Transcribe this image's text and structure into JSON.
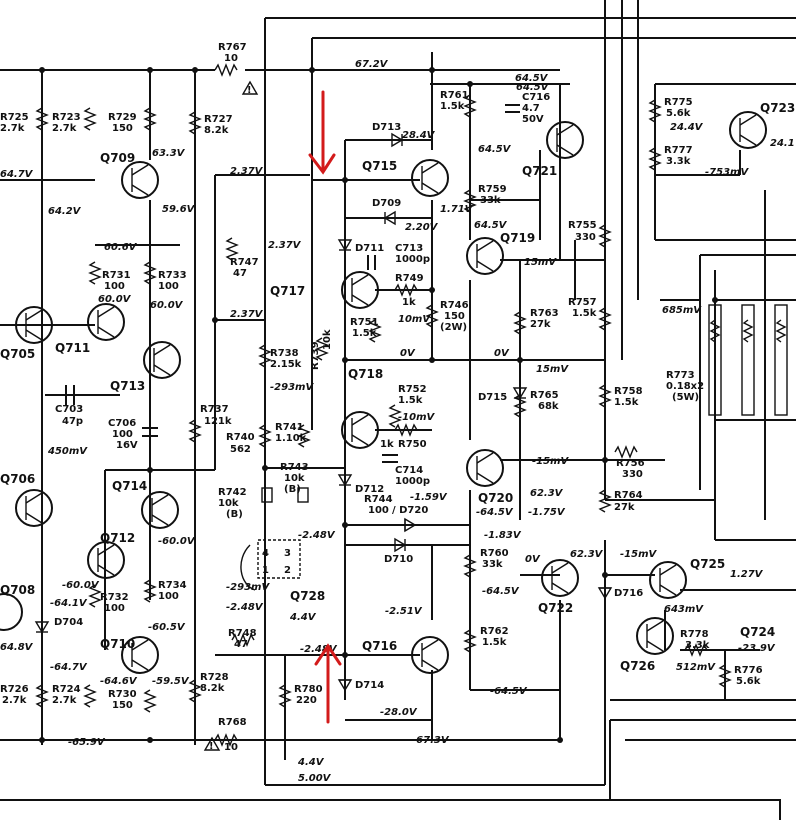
{
  "diagram": {
    "transistors": [
      {
        "id": "Q709",
        "label": "Q709"
      },
      {
        "id": "Q711",
        "label": "Q711"
      },
      {
        "id": "Q713",
        "label": "Q713"
      },
      {
        "id": "Q705",
        "label": "Q705"
      },
      {
        "id": "Q706",
        "label": "Q706"
      },
      {
        "id": "Q714",
        "label": "Q714"
      },
      {
        "id": "Q712",
        "label": "Q712"
      },
      {
        "id": "Q708",
        "label": "Q708"
      },
      {
        "id": "Q710",
        "label": "Q710"
      },
      {
        "id": "Q715",
        "label": "Q715"
      },
      {
        "id": "Q717",
        "label": "Q717"
      },
      {
        "id": "Q718",
        "label": "Q718"
      },
      {
        "id": "Q716",
        "label": "Q716"
      },
      {
        "id": "Q728",
        "label": "Q728"
      },
      {
        "id": "Q721",
        "label": "Q721"
      },
      {
        "id": "Q719",
        "label": "Q719"
      },
      {
        "id": "Q720",
        "label": "Q720"
      },
      {
        "id": "Q722",
        "label": "Q722"
      },
      {
        "id": "Q723",
        "label": "Q723"
      },
      {
        "id": "Q725",
        "label": "Q725"
      },
      {
        "id": "Q724",
        "label": "Q724"
      },
      {
        "id": "Q726",
        "label": "Q726"
      }
    ],
    "resistors": [
      {
        "id": "R725",
        "label": "R725",
        "value": "2.7k"
      },
      {
        "id": "R723",
        "label": "R723",
        "value": "2.7k"
      },
      {
        "id": "R729",
        "label": "R729",
        "value": "150"
      },
      {
        "id": "R727",
        "label": "R727",
        "value": "8.2k"
      },
      {
        "id": "R767",
        "label": "R767",
        "value": "10"
      },
      {
        "id": "R731",
        "label": "R731",
        "value": "100"
      },
      {
        "id": "R733",
        "label": "R733",
        "value": "100"
      },
      {
        "id": "R747",
        "label": "R747",
        "value": "47"
      },
      {
        "id": "R738",
        "label": "R738",
        "value": "2.15k"
      },
      {
        "id": "R739",
        "label": "R739",
        "value": "10k"
      },
      {
        "id": "R737",
        "label": "R737",
        "value": "121k"
      },
      {
        "id": "R740",
        "label": "R740",
        "value": "562"
      },
      {
        "id": "R741",
        "label": "R741",
        "value": "1.10k"
      },
      {
        "id": "R742",
        "label": "R742",
        "value": "10k"
      },
      {
        "id": "R742b",
        "label": "(B)",
        "value": ""
      },
      {
        "id": "R743",
        "label": "R743",
        "value": "10k"
      },
      {
        "id": "R743b",
        "label": "(B)",
        "value": ""
      },
      {
        "id": "R732",
        "label": "R732",
        "value": "100"
      },
      {
        "id": "R734",
        "label": "R734",
        "value": "100"
      },
      {
        "id": "R748",
        "label": "R748",
        "value": "47"
      },
      {
        "id": "R728",
        "label": "R728",
        "value": "8.2k"
      },
      {
        "id": "R726",
        "label": "R726",
        "value": "2.7k"
      },
      {
        "id": "R724",
        "label": "R724",
        "value": "2.7k"
      },
      {
        "id": "R730",
        "label": "R730",
        "value": "150"
      },
      {
        "id": "R768",
        "label": "R768",
        "value": "10"
      },
      {
        "id": "R780",
        "label": "R780",
        "value": "220"
      },
      {
        "id": "R749",
        "label": "R749",
        "value": "1k"
      },
      {
        "id": "R751",
        "label": "R751",
        "value": "1.5k"
      },
      {
        "id": "R752",
        "label": "R752",
        "value": "1.5k"
      },
      {
        "id": "R750",
        "label": "R750",
        "value": "1k"
      },
      {
        "id": "R744",
        "label": "R744",
        "value": "100"
      },
      {
        "id": "R746",
        "label": "R746",
        "value": "150"
      },
      {
        "id": "R746w",
        "label": "(2W)",
        "value": ""
      },
      {
        "id": "R761",
        "label": "R761",
        "value": "1.5k"
      },
      {
        "id": "R759",
        "label": "R759",
        "value": "33k"
      },
      {
        "id": "R763",
        "label": "R763",
        "value": "27k"
      },
      {
        "id": "R765",
        "label": "R765",
        "value": "68k"
      },
      {
        "id": "R760",
        "label": "R760",
        "value": "33k"
      },
      {
        "id": "R762",
        "label": "R762",
        "value": "1.5k"
      },
      {
        "id": "R755",
        "label": "R755",
        "value": "330"
      },
      {
        "id": "R757",
        "label": "R757",
        "value": "1.5k"
      },
      {
        "id": "R758",
        "label": "R758",
        "value": "1.5k"
      },
      {
        "id": "R756",
        "label": "R756",
        "value": "330"
      },
      {
        "id": "R764",
        "label": "R764",
        "value": "27k"
      },
      {
        "id": "R775",
        "label": "R775",
        "value": "5.6k"
      },
      {
        "id": "R777",
        "label": "R777",
        "value": "3.3k"
      },
      {
        "id": "R773",
        "label": "R773",
        "value": "0.18x2"
      },
      {
        "id": "R773w",
        "label": "(5W)",
        "value": ""
      },
      {
        "id": "R778",
        "label": "R778",
        "value": "3.3k"
      },
      {
        "id": "R776",
        "label": "R776",
        "value": "5.6k"
      }
    ],
    "capacitors": [
      {
        "id": "C703",
        "label": "C703",
        "value": "47p"
      },
      {
        "id": "C706",
        "label": "C706",
        "value": "100",
        "value2": "16V"
      },
      {
        "id": "C713",
        "label": "C713",
        "value": "1000p"
      },
      {
        "id": "C714",
        "label": "C714",
        "value": "1000p"
      },
      {
        "id": "C716",
        "label": "C716",
        "value": "4.7",
        "value2": "50V"
      }
    ],
    "diodes": [
      {
        "id": "D713",
        "label": "D713"
      },
      {
        "id": "D709",
        "label": "D709"
      },
      {
        "id": "D711",
        "label": "D711"
      },
      {
        "id": "D712",
        "label": "D712"
      },
      {
        "id": "D720",
        "label": "/ D720"
      },
      {
        "id": "D710",
        "label": "D710"
      },
      {
        "id": "D714",
        "label": "D714"
      },
      {
        "id": "D704",
        "label": "D704"
      },
      {
        "id": "D715",
        "label": "D715"
      },
      {
        "id": "D716",
        "label": "D716"
      }
    ],
    "voltages": [
      {
        "id": "v672",
        "text": "67.2V"
      },
      {
        "id": "v645",
        "text": "64.5V"
      },
      {
        "id": "v633",
        "text": "63.3V"
      },
      {
        "id": "v647",
        "text": "64.7V"
      },
      {
        "id": "v642",
        "text": "64.2V"
      },
      {
        "id": "v596",
        "text": "59.6V"
      },
      {
        "id": "v606",
        "text": "60.6V"
      },
      {
        "id": "v600a",
        "text": "60.0V"
      },
      {
        "id": "v600b",
        "text": "60.0V"
      },
      {
        "id": "v237a",
        "text": "2.37V"
      },
      {
        "id": "v237b",
        "text": "2.37V"
      },
      {
        "id": "v237c",
        "text": "2.37V"
      },
      {
        "id": "v450",
        "text": "450mV"
      },
      {
        "id": "v293a",
        "text": "-293mV"
      },
      {
        "id": "v288a",
        "text": "-2.48V"
      },
      {
        "id": "v600c",
        "text": "-60.0V"
      },
      {
        "id": "v600d",
        "text": "-60.0V"
      },
      {
        "id": "v641",
        "text": "-64.1V"
      },
      {
        "id": "v605",
        "text": "-60.5V"
      },
      {
        "id": "v648",
        "text": "64.8V"
      },
      {
        "id": "v647b",
        "text": "-64.7V"
      },
      {
        "id": "v646",
        "text": "-64.6V"
      },
      {
        "id": "v595",
        "text": "-59.5V"
      },
      {
        "id": "v659",
        "text": "-65.9V"
      },
      {
        "id": "v293b",
        "text": "-293mV"
      },
      {
        "id": "v248b",
        "text": "-2.48V"
      },
      {
        "id": "v44a",
        "text": "4.4V"
      },
      {
        "id": "v248c",
        "text": "-2.48V"
      },
      {
        "id": "v251",
        "text": "-2.51V"
      },
      {
        "id": "v280",
        "text": "-28.0V"
      },
      {
        "id": "v673",
        "text": "-67.3V"
      },
      {
        "id": "v44b",
        "text": "4.4V"
      },
      {
        "id": "v500",
        "text": "5.00V"
      },
      {
        "id": "v284",
        "text": "28.4V"
      },
      {
        "id": "v220",
        "text": "2.20V"
      },
      {
        "id": "v171",
        "text": "1.71V"
      },
      {
        "id": "v10mv",
        "text": "10mV"
      },
      {
        "id": "v0a",
        "text": "0V"
      },
      {
        "id": "v0b",
        "text": "0V"
      },
      {
        "id": "vm10",
        "text": "-10mV"
      },
      {
        "id": "v159",
        "text": "-1.59V"
      },
      {
        "id": "v183",
        "text": "-1.83V"
      },
      {
        "id": "v645b",
        "text": "64.5V"
      },
      {
        "id": "v645c",
        "text": "64.5V"
      },
      {
        "id": "v645d",
        "text": "64.5V"
      },
      {
        "id": "v15mv",
        "text": "15mV"
      },
      {
        "id": "v15mvb",
        "text": "15mV"
      },
      {
        "id": "vm15a",
        "text": "-15mV"
      },
      {
        "id": "vm15b",
        "text": "-15mV"
      },
      {
        "id": "v623a",
        "text": "62.3V"
      },
      {
        "id": "v623b",
        "text": "62.3V"
      },
      {
        "id": "v645e",
        "text": "-64.5V"
      },
      {
        "id": "v175",
        "text": "-1.75V"
      },
      {
        "id": "v0c",
        "text": "0V"
      },
      {
        "id": "v645f",
        "text": "-64.5V"
      },
      {
        "id": "v645g",
        "text": "-64.5V"
      },
      {
        "id": "v685",
        "text": "685mV"
      },
      {
        "id": "v244",
        "text": "24.4V"
      },
      {
        "id": "v241",
        "text": "24.1"
      },
      {
        "id": "v753",
        "text": "-753mV"
      },
      {
        "id": "v127",
        "text": "1.27V"
      },
      {
        "id": "v643",
        "text": "643mV"
      },
      {
        "id": "v512",
        "text": "512mV"
      },
      {
        "id": "v239",
        "text": "-23.9V"
      }
    ],
    "markers": [
      {
        "id": "tri1",
        "text": "!"
      },
      {
        "id": "tri2",
        "text": "!"
      }
    ],
    "connector": {
      "pins": [
        "4",
        "3",
        "1",
        "2"
      ]
    }
  },
  "annotations": {
    "arrow_color": "#d31b1b",
    "count": 2
  }
}
